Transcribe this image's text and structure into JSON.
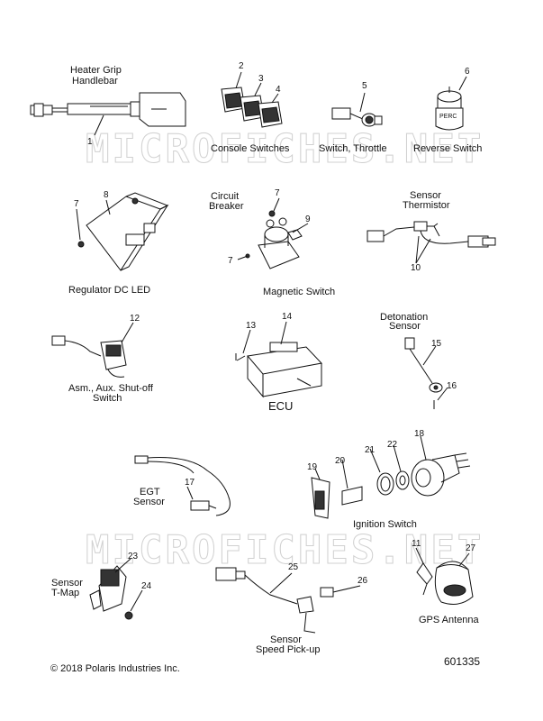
{
  "watermarks": [
    "MICROFICHES.NET",
    "MICROFICHES.NET"
  ],
  "labels": {
    "heater_grip": "Heater Grip",
    "handlebar": "Handlebar",
    "console_switches": "Console Switches",
    "switch_throttle": "Switch, Throttle",
    "reverse_switch": "Reverse Switch",
    "circuit": "Circuit",
    "breaker": "Breaker",
    "sensor_thermistor_1": "Sensor",
    "sensor_thermistor_2": "Thermistor",
    "regulator": "Regulator DC LED",
    "magnetic_switch": "Magnetic Switch",
    "detonation_1": "Detonation",
    "detonation_2": "Sensor",
    "aux_1": "Asm., Aux. Shut-off",
    "aux_2": "Switch",
    "ecu": "ECU",
    "egt_1": "EGT",
    "egt_2": "Sensor",
    "ignition_switch": "Ignition Switch",
    "sensor_tmap_1": "Sensor",
    "sensor_tmap_2": "T-Map",
    "speed_1": "Sensor",
    "speed_2": "Speed Pick-up",
    "gps": "GPS Antenna",
    "reverse_mark": "PERC"
  },
  "callouts": [
    "1",
    "2",
    "3",
    "4",
    "5",
    "6",
    "7",
    "8",
    "7",
    "9",
    "7",
    "10",
    "12",
    "13",
    "14",
    "15",
    "16",
    "17",
    "19",
    "20",
    "21",
    "22",
    "18",
    "23",
    "24",
    "25",
    "26",
    "11",
    "27"
  ],
  "copyright": "© 2018 Polaris Industries Inc.",
  "figure_number": "601335"
}
